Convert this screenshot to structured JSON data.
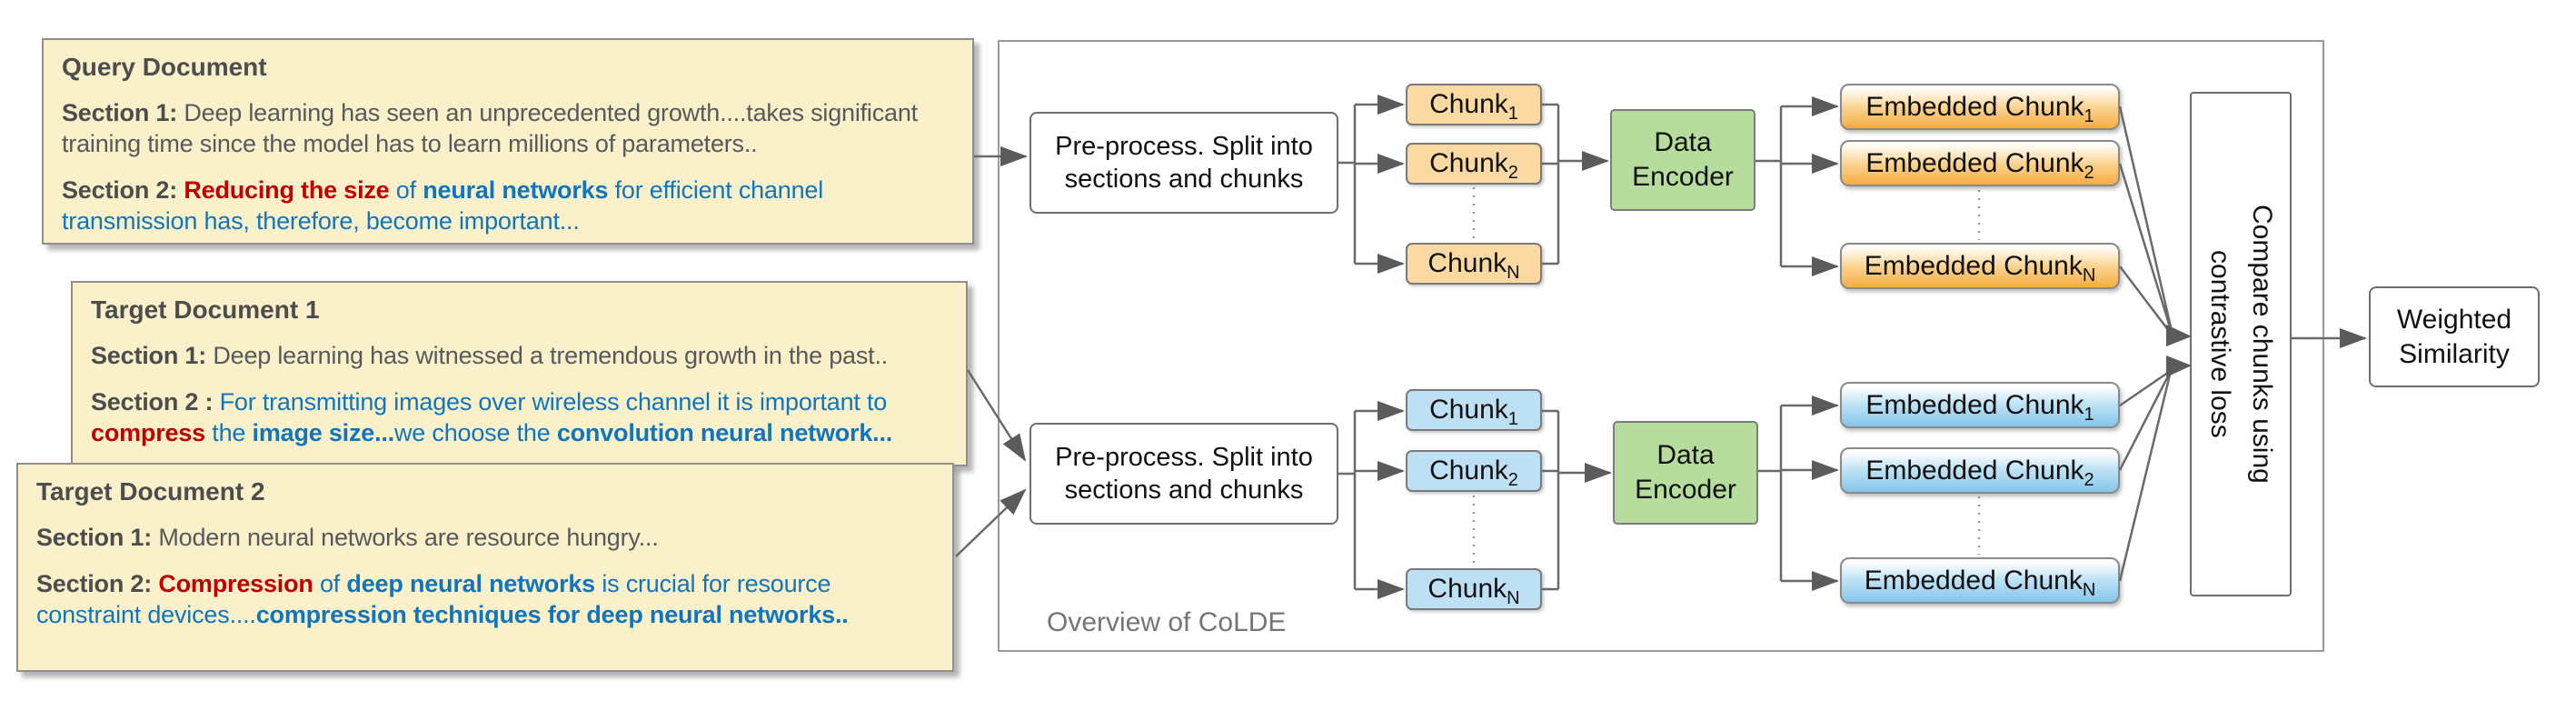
{
  "colors": {
    "doc_bg": "#FAF1CB",
    "doc_border": "#8F8F8F",
    "label_text": "#4D4D4D",
    "gray_text": "#58595B",
    "red_text": "#C00000",
    "blue_text": "#0F76BE",
    "box_border": "#6E6E6E",
    "container_border": "#9A9A9A",
    "chunk_orange": "#FBD9A2",
    "chunk_blue": "#BEE0F4",
    "encoder_green": "#B6DD9E",
    "ec_orange_hi": "#FFFDF7",
    "ec_orange_lo": "#F6AD43",
    "ec_blue_hi": "#FDFEFF",
    "ec_blue_lo": "#85C6EA",
    "wire": "#6A6A6A",
    "arrow": "#5B5B5B",
    "overview_text": "#757575"
  },
  "overview_label": "Overview of CoLDE",
  "docs": {
    "query": {
      "title": "Query Document",
      "s1_label": "Section 1:",
      "s1_text": " Deep learning has seen an unprecedented growth....takes significant training time since the model has to learn millions of parameters..",
      "s2_label": "Section 2: ",
      "s2_red": "Reducing the size",
      "s2_t1": " of ",
      "s2_b1": "neural networks",
      "s2_t2": " for efficient channel transmission has, therefore, become important..."
    },
    "target1": {
      "title": "Target Document 1",
      "s1_label": "Section 1:",
      "s1_text": " Deep learning has witnessed a tremendous growth in the past..",
      "s2_label": "Section 2 : ",
      "s2_t1": "For transmitting images over wireless channel it is important to ",
      "s2_red": "compress",
      "s2_t2": " the ",
      "s2_b1": "image size...",
      "s2_t3": "we choose the ",
      "s2_b2": "convolution neural network..."
    },
    "target2": {
      "title": "Target Document 2",
      "s1_label": "Section 1:",
      "s1_text": " Modern neural networks are resource hungry...",
      "s2_label": "Section 2: ",
      "s2_red": "Compression",
      "s2_t1": " of ",
      "s2_b1": "deep neural networks",
      "s2_t2": " is crucial for resource constraint devices....",
      "s2_b2": "compression techniques for deep neural networks.."
    }
  },
  "pipeline": {
    "preprocess_line1": "Pre-process. Split into",
    "preprocess_line2": "sections and chunks",
    "encoder_label": "Data Encoder",
    "chunk_base": "Chunk",
    "embedded_base": "Embedded Chunk",
    "subscripts": [
      "1",
      "2",
      "N"
    ],
    "compare_line1": "Compare chunks using",
    "compare_line2": "contrastive loss",
    "weighted_label": "Weighted Similarity"
  }
}
